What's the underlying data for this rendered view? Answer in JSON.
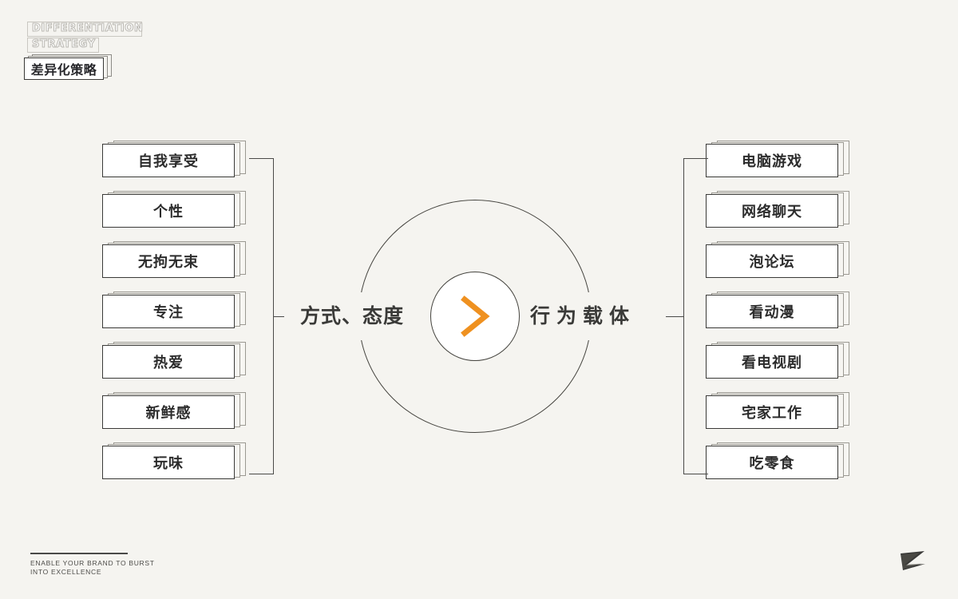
{
  "meta": {
    "background_color": "#f5f4f0",
    "accent_color": "#ef9120",
    "line_color": "#45443f",
    "text_color": "#2c2c2c"
  },
  "header": {
    "logo_en_line1": "DIFFERENTIATION",
    "logo_en_line2": "STRATEGY",
    "logo_cn": "差异化策略"
  },
  "center": {
    "left_label": "方式、态度",
    "right_label": "行为载体",
    "hub_icon": "chevron-right-icon"
  },
  "left_column": {
    "items": [
      {
        "label": "自我享受"
      },
      {
        "label": "个性"
      },
      {
        "label": "无拘无束"
      },
      {
        "label": "专注"
      },
      {
        "label": "热爱"
      },
      {
        "label": "新鲜感"
      },
      {
        "label": "玩味"
      }
    ]
  },
  "right_column": {
    "items": [
      {
        "label": "电脑游戏"
      },
      {
        "label": "网络聊天"
      },
      {
        "label": "泡论坛"
      },
      {
        "label": "看动漫"
      },
      {
        "label": "看电视剧"
      },
      {
        "label": "宅家工作"
      },
      {
        "label": "吃零食"
      }
    ]
  },
  "footer": {
    "tagline": "ENABLE YOUR BRAND TO BURST\nINTO EXCELLENCE",
    "brand_mark": "z-brush-logo"
  }
}
